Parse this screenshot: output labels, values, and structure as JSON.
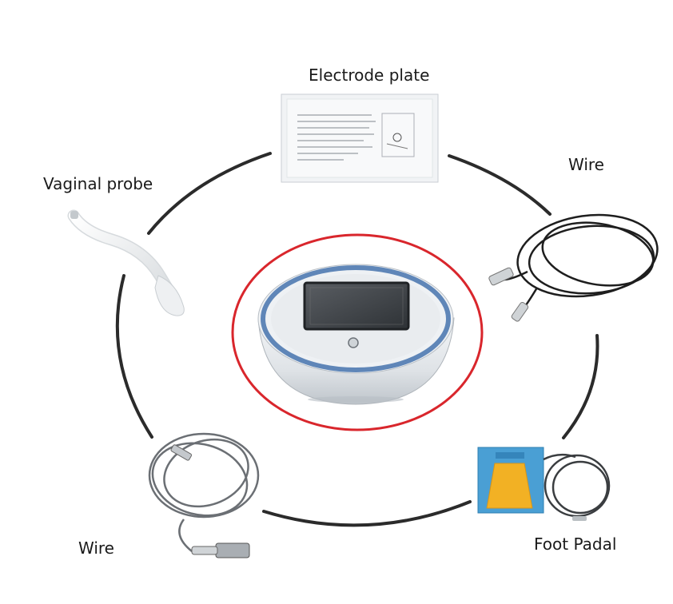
{
  "labels": {
    "electrode_plate": "Electrode plate",
    "wire_right": "Wire",
    "vaginal_probe": "Vaginal probe",
    "wire_left": "Wire",
    "foot_padal": "Foot Padal"
  },
  "colors": {
    "connector_ring": "#2b2b2b",
    "highlight_ellipse": "#d9262c",
    "device_body": "#e6e9ec",
    "device_ring": "#5f86b8",
    "foot_pedal_base": "#4a9fd4",
    "foot_pedal_top": "#f2b124"
  }
}
